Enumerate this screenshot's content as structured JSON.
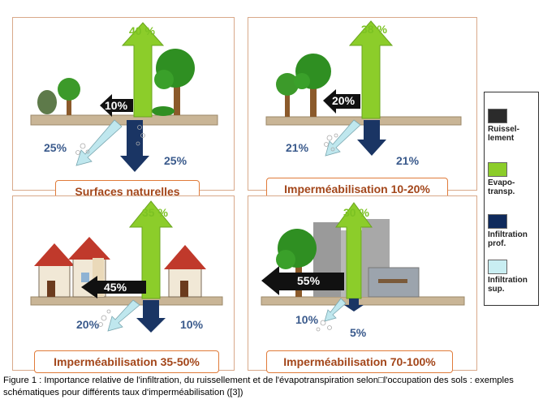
{
  "panels": [
    {
      "caption": "Surfaces naturelles",
      "evapo": "40 %",
      "ruissellement": "10%",
      "infiltration_sup": "25%",
      "infiltration_prof": "25%"
    },
    {
      "caption": "Imperméabilisation 10-20%",
      "evapo": "38 %",
      "ruissellement": "20%",
      "infiltration_sup": "21%",
      "infiltration_prof": "21%"
    },
    {
      "caption": "Imperméabilisation 35-50%",
      "evapo": "35 %",
      "ruissellement": "45%",
      "infiltration_sup": "20%",
      "infiltration_prof": "10%"
    },
    {
      "caption": "Imperméabilisation 70-100%",
      "evapo": "30 %",
      "ruissellement": "55%",
      "infiltration_sup": "10%",
      "infiltration_prof": "5%"
    }
  ],
  "legend": [
    {
      "label": "Ruissel-\nlement",
      "color": "#2b2b2b"
    },
    {
      "label": "Evapo-\ntransp.",
      "color": "#8ccd2a"
    },
    {
      "label": "Infiltration\nprof.",
      "color": "#0f2a5c"
    },
    {
      "label": "Infiltration\nsup.",
      "color": "#c9eef2"
    }
  ],
  "colors": {
    "evapo": "#8ccd2a",
    "ruissellement": "#111111",
    "infiltration_prof": "#1a3564",
    "infiltration_sup": "#bfe7ee",
    "ground": "#c9b596",
    "caption_text": "#a3461a",
    "caption_border": "#e07b3a"
  },
  "figure_caption": "Figure 1 : Importance relative de l'infiltration, du ruissellement et de l'évapotranspiration selon□l'occupation des sols : exemples schématiques pour différents taux d'imperméabilisation ([3])"
}
